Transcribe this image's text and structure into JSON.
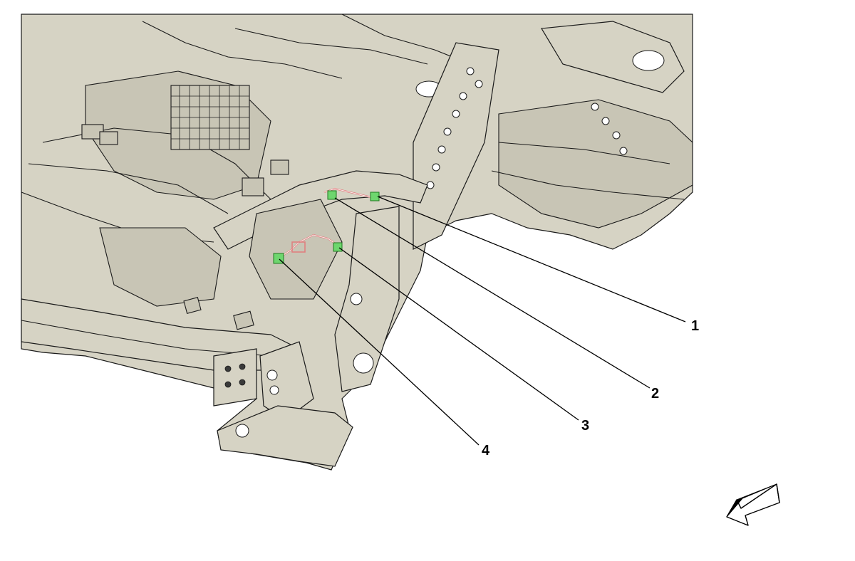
{
  "colors": {
    "body_fill": "#d6d3c4",
    "line": "#1a1a1a",
    "cable": "#e08080",
    "clip": "#6ed66e"
  },
  "callouts": [
    {
      "label": "1"
    },
    {
      "label": "2"
    },
    {
      "label": "3"
    },
    {
      "label": "4"
    }
  ],
  "orientation_arrow": {
    "icon": "direction-arrow-icon"
  }
}
